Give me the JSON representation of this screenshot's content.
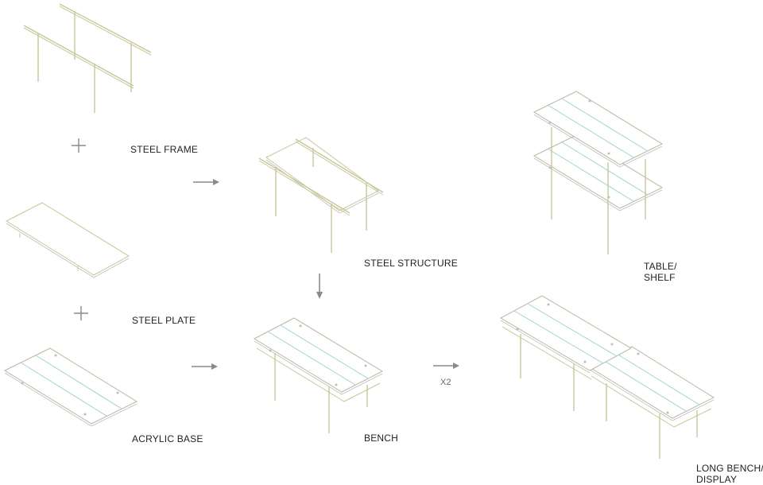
{
  "labels": {
    "steel_frame": "STEEL FRAME",
    "steel_plate": "STEEL PLATE",
    "acrylic_base": "ACRYLIC BASE",
    "steel_structure": "STEEL STRUCTURE",
    "bench": "BENCH",
    "multiplier": "X2",
    "table_shelf_line1": "TABLE/",
    "table_shelf_line2": "SHELF",
    "long_bench_line1": "LONG BENCH/",
    "long_bench_line2": "DISPLAY"
  },
  "colors": {
    "steel": "#c8c79a",
    "acrylic": "#9fd3cf",
    "outline": "#9a9a9a",
    "arrow": "#8a8a8a",
    "text": "#222222"
  },
  "icons": {
    "plus": "plus-icon",
    "arrow_right": "arrow-right-icon",
    "arrow_down": "arrow-down-icon"
  }
}
